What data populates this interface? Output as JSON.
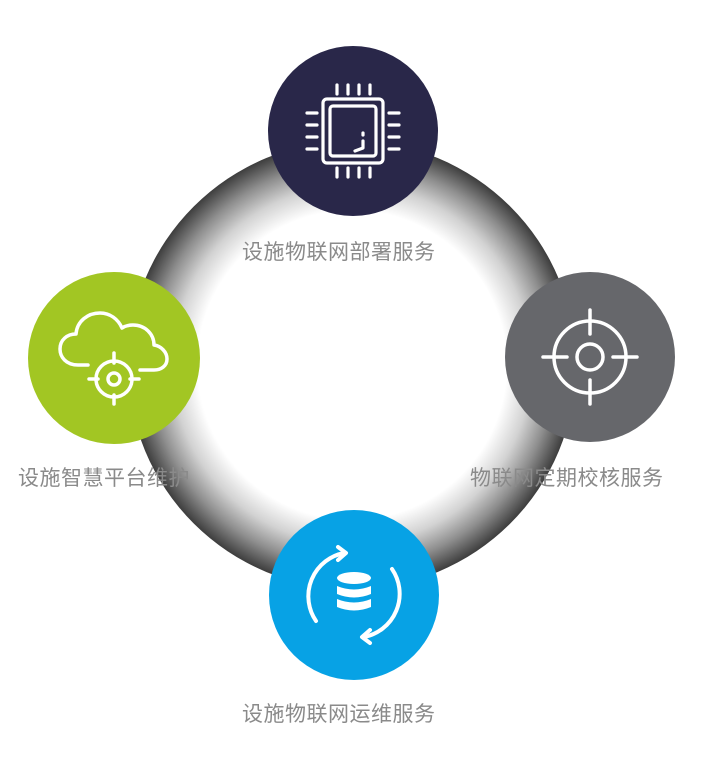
{
  "services": {
    "top": {
      "label": "设施物联网部署服务",
      "icon": "cpu-chip-icon",
      "color": "#292749"
    },
    "right": {
      "label": "物联网定期校核服务",
      "icon": "crosshair-target-icon",
      "color": "#66676b"
    },
    "bottom": {
      "label": "设施物联网运维服务",
      "icon": "database-sync-icon",
      "color": "#07a2e5"
    },
    "left": {
      "label": "设施智慧平台维护",
      "icon": "cloud-target-icon",
      "color": "#a2c623"
    }
  },
  "ring": {
    "outer_color": "#3d3d3d",
    "inner_color": "#ffffff"
  }
}
